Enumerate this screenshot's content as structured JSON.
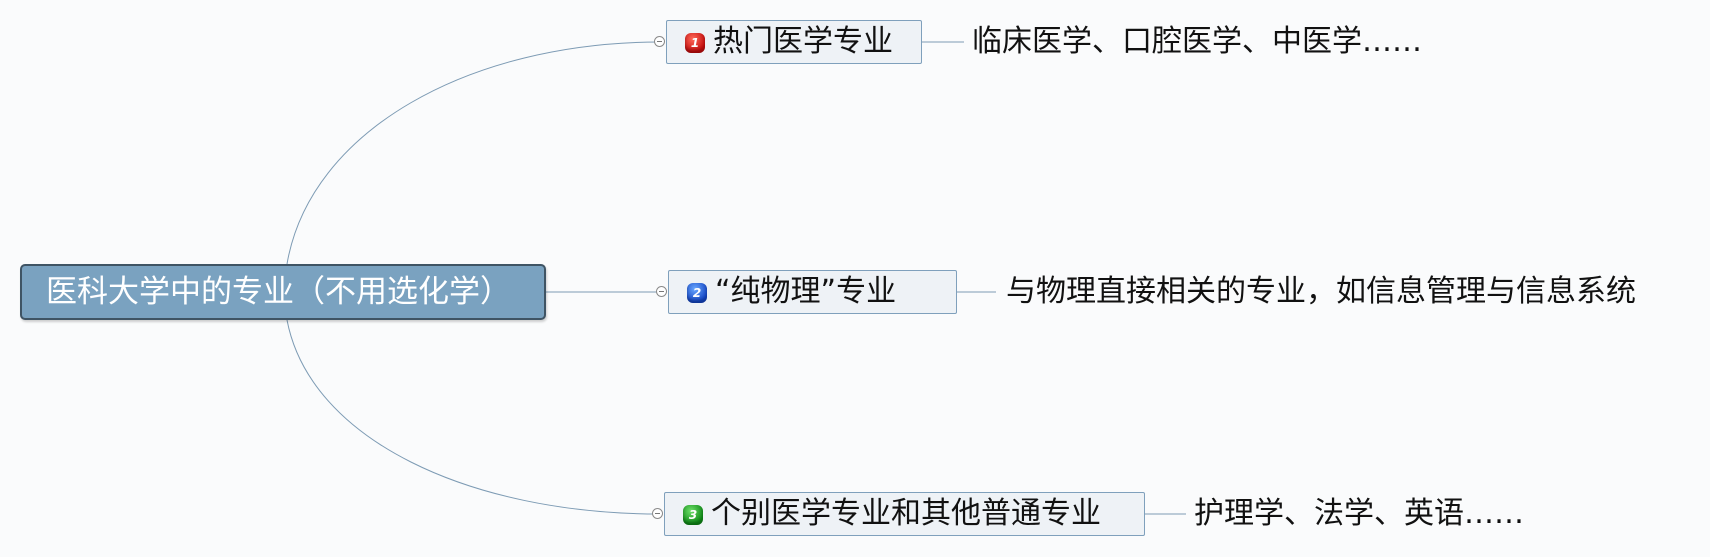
{
  "root": {
    "label": "医科大学中的专业（不用选化学）"
  },
  "branches": [
    {
      "badge": "1",
      "badge_color": "#d01010",
      "label": "热门医学专业",
      "detail": "临床医学、口腔医学、中医学……"
    },
    {
      "badge": "2",
      "badge_color": "#1f5fd6",
      "label": "“纯物理”专业",
      "detail": "与物理直接相关的专业，如信息管理与信息系统"
    },
    {
      "badge": "3",
      "badge_color": "#13961c",
      "label": "个别医学专业和其他普通专业",
      "detail": "护理学、法学、英语……"
    }
  ],
  "colors": {
    "background": "#fafbfc",
    "root_fill": "#7aa2c0",
    "root_border": "#3f5464",
    "topic_fill": "#eef2f6",
    "topic_border": "#7fa0bc",
    "connector": "#7d9bb4"
  }
}
